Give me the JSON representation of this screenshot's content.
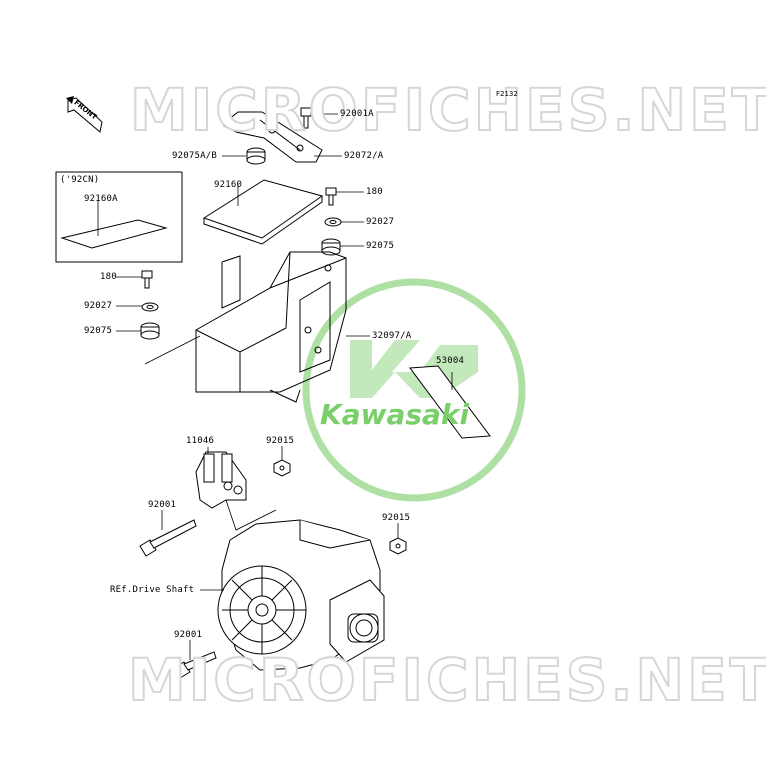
{
  "watermark": {
    "top": "MICROFICHES.NET",
    "bottom": "MICROFICHES.NET",
    "logo_text": "Kawasaki"
  },
  "figure_code": "F2132",
  "front_arrow": "FRONT",
  "note": "('92CN)",
  "labels": {
    "l92001A": "92001A",
    "l92075AB": "92075A/B",
    "l92072A": "92072/A",
    "l92160": "92160",
    "l180a": "180",
    "l92027a": "92027",
    "l92075a": "92075",
    "l92160A": "92160A",
    "l180b": "180",
    "l92027b": "92027",
    "l92075b": "92075",
    "l32097A": "32097/A",
    "l53004": "53004",
    "l11046": "11046",
    "l92015a": "92015",
    "l92001a": "92001",
    "l92015b": "92015",
    "lRefDrive": "REf.Drive Shaft",
    "l92001b": "92001"
  },
  "colors": {
    "logo": "#7bcf6a",
    "watermark_stroke": "#d6d6d6",
    "line": "#000000"
  }
}
